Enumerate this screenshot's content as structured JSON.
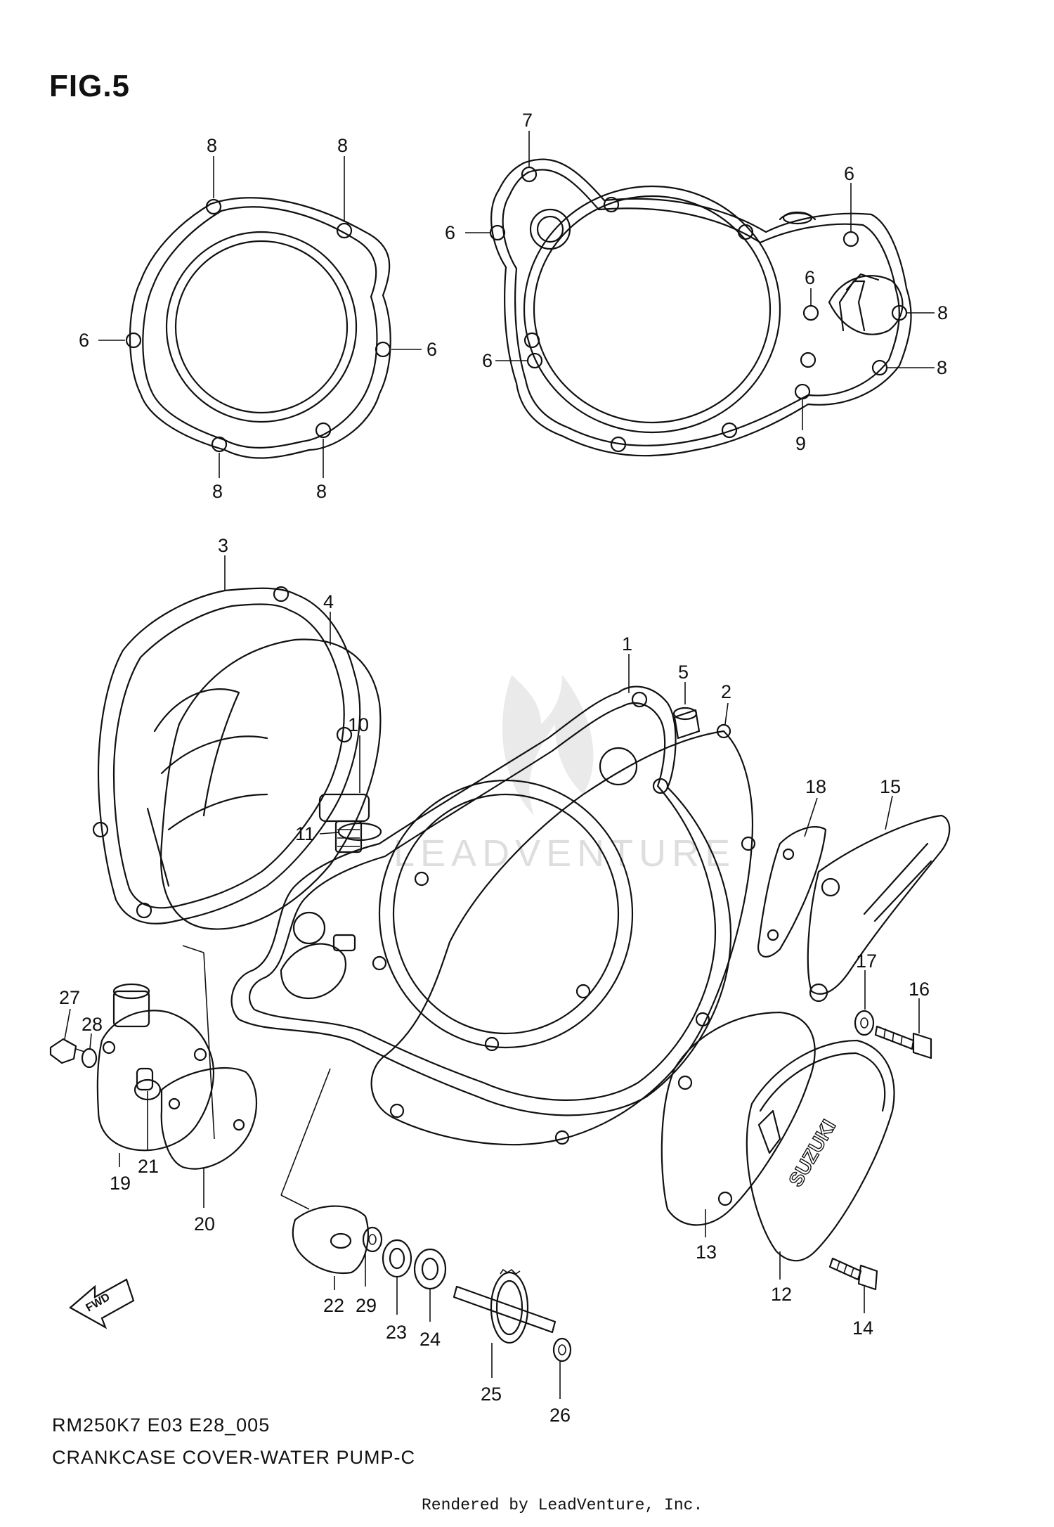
{
  "figure": {
    "title": "FIG.5",
    "diagram_code": "RM250K7 E03 E28_005",
    "subtitle": "CRANKCASE COVER-WATER PUMP-C",
    "credit": "Rendered by LeadVenture, Inc.",
    "watermark": "LEADVENTURE"
  },
  "fwd_label": "FWD",
  "brand_mark": "SUZUKI",
  "callouts": {
    "a8a": "8",
    "a8b": "8",
    "a6a": "6",
    "a6b": "6",
    "a8c": "8",
    "a8d": "8",
    "b7": "7",
    "b6a": "6",
    "b6b": "6",
    "b6c": "6",
    "b6d": "6",
    "b8a": "8",
    "b8b": "8",
    "b9": "9",
    "p1": "1",
    "p2": "2",
    "p3": "3",
    "p4": "4",
    "p5": "5",
    "p10": "10",
    "p11": "11",
    "p12": "12",
    "p13": "13",
    "p14": "14",
    "p15": "15",
    "p16": "16",
    "p17": "17",
    "p18": "18",
    "p19": "19",
    "p20": "20",
    "p21": "21",
    "p22": "22",
    "p23": "23",
    "p24": "24",
    "p25": "25",
    "p26": "26",
    "p27": "27",
    "p28": "28",
    "p29": "29"
  }
}
